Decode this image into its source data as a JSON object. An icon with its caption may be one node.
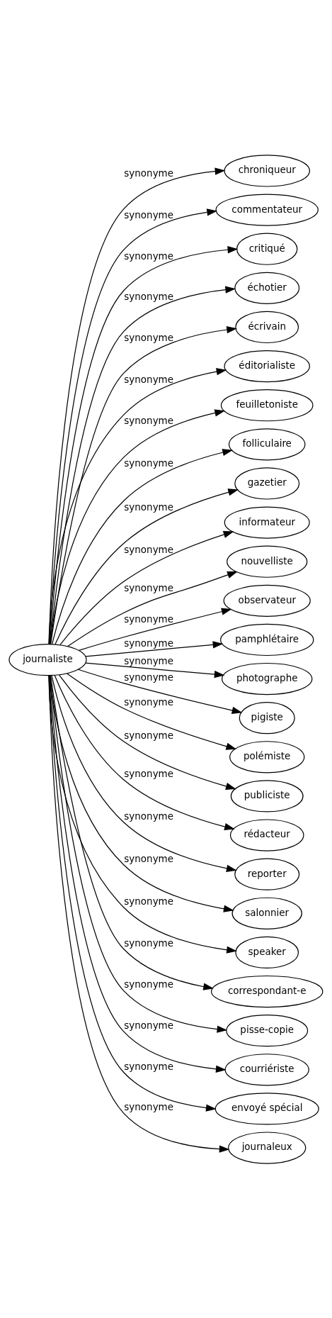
{
  "diagram": {
    "nodes": [
      {
        "text": [
          "journaliste"
        ]
      },
      {
        "text": [
          "chroniqueur"
        ]
      },
      {
        "text": [
          "commentateur"
        ]
      },
      {
        "text": [
          "critiqué"
        ]
      },
      {
        "text": [
          "échotier"
        ]
      },
      {
        "text": [
          "écrivain"
        ]
      },
      {
        "text": [
          "éditorialiste"
        ]
      },
      {
        "text": [
          "feuilletoniste"
        ]
      },
      {
        "text": [
          "folliculaire"
        ]
      },
      {
        "text": [
          "gazetier"
        ]
      },
      {
        "text": [
          "informateur"
        ]
      },
      {
        "text": [
          "nouvelliste"
        ]
      },
      {
        "text": [
          "observateur"
        ]
      },
      {
        "text": [
          "pamphlétaire"
        ]
      },
      {
        "text": [
          "photographe"
        ]
      },
      {
        "text": [
          "pigiste"
        ]
      },
      {
        "text": [
          "polémiste"
        ]
      },
      {
        "text": [
          "publiciste"
        ]
      },
      {
        "text": [
          "rédacteur"
        ]
      },
      {
        "text": [
          "reporter"
        ]
      },
      {
        "text": [
          "salonnier"
        ]
      },
      {
        "text": [
          "speaker"
        ]
      },
      {
        "text": [
          "correspondant-e"
        ]
      },
      {
        "text": [
          "pisse-copie"
        ]
      },
      {
        "text": [
          "courriériste"
        ]
      },
      {
        "text": [
          "envoyé spécial"
        ]
      },
      {
        "text": [
          "journaleux"
        ]
      }
    ],
    "edges": [
      {
        "from": 0,
        "to": 1,
        "arrow": "to",
        "label": "synonyme"
      },
      {
        "from": 0,
        "to": 2,
        "arrow": "to",
        "label": "synonyme"
      },
      {
        "from": 0,
        "to": 3,
        "arrow": "to",
        "label": "synonyme"
      },
      {
        "from": 0,
        "to": 4,
        "arrow": "to",
        "label": "synonyme"
      },
      {
        "from": 0,
        "to": 5,
        "arrow": "to",
        "label": "synonyme"
      },
      {
        "from": 0,
        "to": 6,
        "arrow": "to",
        "label": "synonyme"
      },
      {
        "from": 0,
        "to": 7,
        "arrow": "to",
        "label": "synonyme"
      },
      {
        "from": 0,
        "to": 8,
        "arrow": "to",
        "label": "synonyme"
      },
      {
        "from": 0,
        "to": 9,
        "arrow": "to",
        "label": "synonyme"
      },
      {
        "from": 0,
        "to": 10,
        "arrow": "to",
        "label": "synonyme"
      },
      {
        "from": 0,
        "to": 11,
        "arrow": "to",
        "label": "synonyme"
      },
      {
        "from": 0,
        "to": 12,
        "arrow": "to",
        "label": "synonyme"
      },
      {
        "from": 0,
        "to": 13,
        "arrow": "to",
        "label": "synonyme"
      },
      {
        "from": 0,
        "to": 14,
        "arrow": "to",
        "label": "synonyme"
      },
      {
        "from": 0,
        "to": 15,
        "arrow": "to",
        "label": "synonyme"
      },
      {
        "from": 0,
        "to": 16,
        "arrow": "to",
        "label": "synonyme"
      },
      {
        "from": 0,
        "to": 17,
        "arrow": "to",
        "label": "synonyme"
      },
      {
        "from": 0,
        "to": 18,
        "arrow": "to",
        "label": "synonyme"
      },
      {
        "from": 0,
        "to": 19,
        "arrow": "to",
        "label": "synonyme"
      },
      {
        "from": 0,
        "to": 20,
        "arrow": "to",
        "label": "synonyme"
      },
      {
        "from": 0,
        "to": 21,
        "arrow": "to",
        "label": "synonyme"
      },
      {
        "from": 0,
        "to": 22,
        "arrow": "to",
        "label": "synonyme"
      },
      {
        "from": 0,
        "to": 23,
        "arrow": "to",
        "label": "synonyme"
      },
      {
        "from": 0,
        "to": 24,
        "arrow": "to",
        "label": "synonyme"
      },
      {
        "from": 0,
        "to": 25,
        "arrow": "to",
        "label": "synonyme"
      },
      {
        "from": 0,
        "to": 26,
        "arrow": "to",
        "label": "synonyme"
      }
    ]
  }
}
